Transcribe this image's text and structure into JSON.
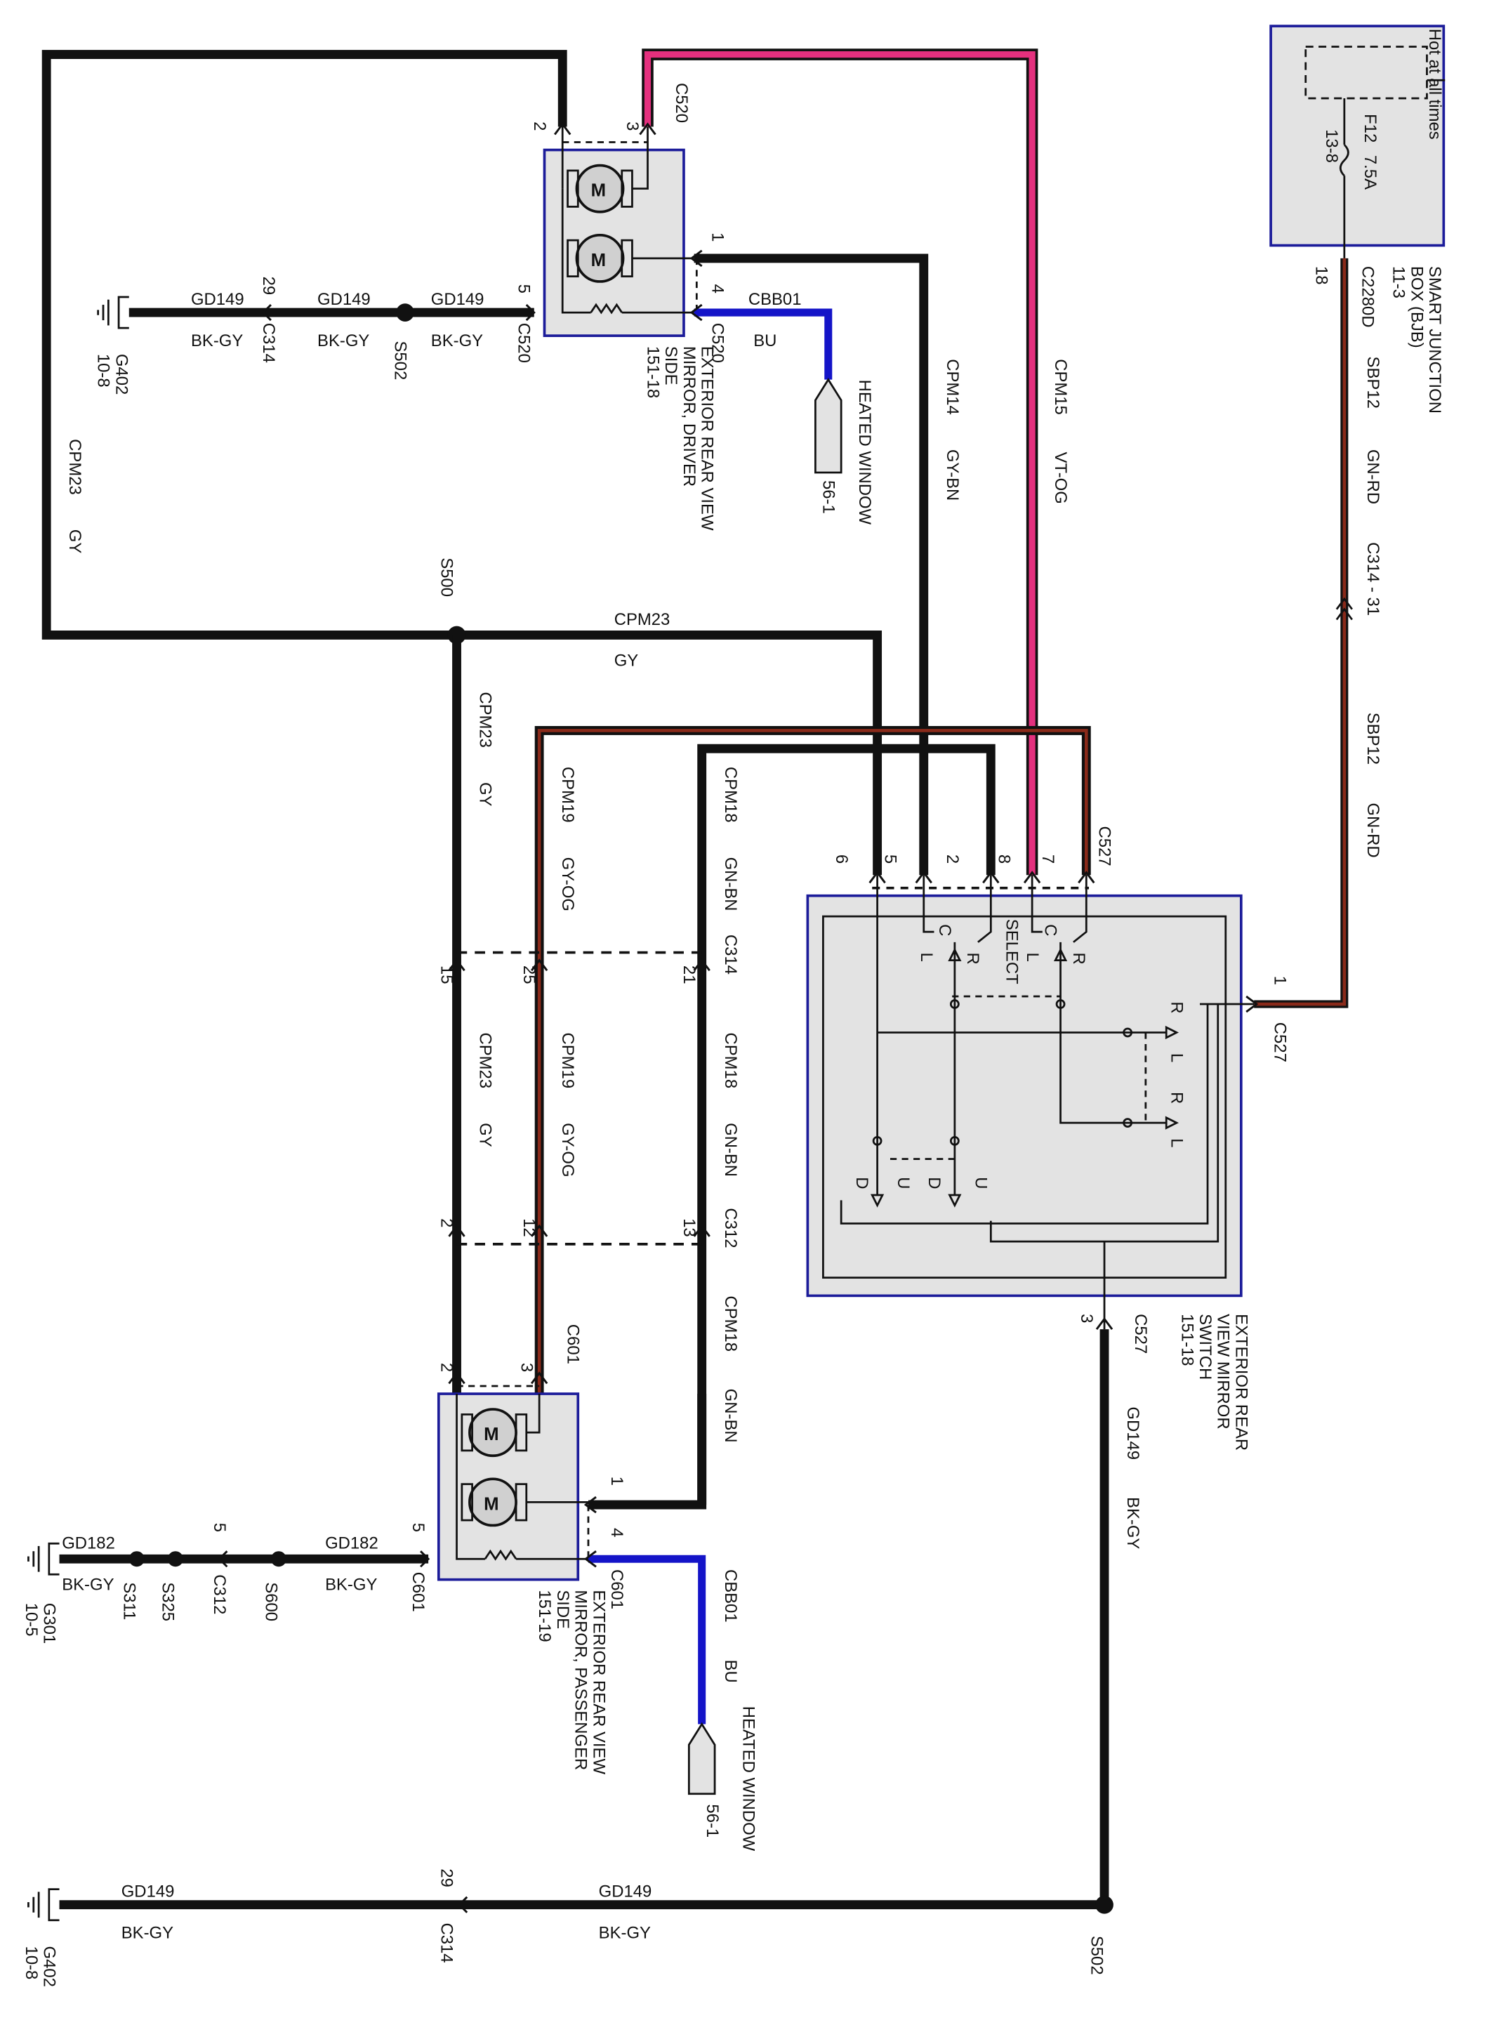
{
  "colors": {
    "wire": "#111111",
    "pink": "#e4307e",
    "blue": "#1414c8",
    "redbrown": "#8a2a1a",
    "module_fill": "#e3e3e3",
    "module_border": "#1c1c9a"
  },
  "fuse_box": {
    "title_lines": [
      "SMART JUNCTION",
      "BOX (BJB)",
      "11-3"
    ],
    "hot_label": "Hot at all times",
    "fuse": "F12",
    "rating": "7.5A",
    "ref": "13-8",
    "pin": "18",
    "connector": "C2280D"
  },
  "wires": {
    "sbp12_upper": [
      "SBP12",
      "GN-RD"
    ],
    "c314_31": "C314 - 31",
    "sbp12_lower": [
      "SBP12",
      "GN-RD"
    ],
    "cpm15": [
      "CPM15",
      "VT-OG"
    ],
    "cpm14": [
      "CPM14",
      "GY-BN"
    ],
    "cpm23_left": [
      "CPM23",
      "GY"
    ],
    "cpm23_mid": [
      "CPM23",
      "GY"
    ],
    "cpm23_v1": [
      "CPM23",
      "GY"
    ],
    "cpm23_v2": [
      "CPM23",
      "GY"
    ],
    "cpm19_v1": [
      "CPM19",
      "GY-OG"
    ],
    "cpm19_v2": [
      "CPM19",
      "GY-OG"
    ],
    "cpm18_v1": [
      "CPM18",
      "GN-BN"
    ],
    "cpm18_v2": [
      "CPM18",
      "GN-BN"
    ],
    "cpm18_v3": [
      "CPM18",
      "GN-BN"
    ],
    "cbb01_top": [
      "CBB01",
      "BU"
    ],
    "cbb01_bot": [
      "CBB01",
      "BU"
    ],
    "gd149_switch": [
      "GD149",
      "BK-GY"
    ],
    "gd149_top_a": [
      "GD149",
      "BK-GY"
    ],
    "gd149_top_b": [
      "GD149",
      "BK-GY"
    ],
    "gd149_top_c": [
      "GD149",
      "BK-GY"
    ],
    "gd182_a": [
      "GD182",
      "BK-GY"
    ],
    "gd182_b": [
      "GD182",
      "BK-GY"
    ],
    "gd149_bot_a": [
      "GD149",
      "BK-GY"
    ],
    "gd149_bot_b": [
      "GD149",
      "BK-GY"
    ]
  },
  "driver_mirror": {
    "name_lines": [
      "EXTERIOR REAR VIEW",
      "MIRROR, DRIVER",
      "SIDE",
      "151-18"
    ],
    "motor_label": "M",
    "pins": [
      "2",
      "3",
      "1",
      "4",
      "5"
    ],
    "conn_top": "C520",
    "conn_side": "C520",
    "conn_left": "C520"
  },
  "passenger_mirror": {
    "name_lines": [
      "EXTERIOR REAR VIEW",
      "MIRROR, PASSENGER",
      "SIDE",
      "151-19"
    ],
    "motor_label": "M",
    "pins": [
      "2",
      "3",
      "1",
      "4",
      "5"
    ],
    "conn_top": "C601",
    "conn_side": "C601",
    "conn_left": "C601"
  },
  "switch": {
    "name_lines": [
      "EXTERIOR REAR",
      "VIEW MIRROR",
      "SWITCH",
      "151-18"
    ],
    "pins_top": [
      "6",
      "5",
      "2",
      "8",
      "7"
    ],
    "conn_top": "C527",
    "pin_right": "1",
    "conn_right": "C527",
    "pin_bottom": "3",
    "conn_bottom": "C527",
    "top_labels": [
      "C",
      "L",
      "SELECT",
      "R",
      "C",
      "L",
      "R"
    ],
    "side_labels": [
      "R",
      "L",
      "R",
      "L"
    ],
    "bottom_labels": [
      "D",
      "U",
      "D",
      "U"
    ]
  },
  "heated_top": {
    "label": "HEATED WINDOW",
    "ref": "56-1"
  },
  "heated_bot": {
    "label": "HEATED WINDOW",
    "ref": "56-1"
  },
  "connectors": {
    "c314_top": "C314",
    "c314_mid": "C314",
    "c312": "C312",
    "c314_bot": "C314",
    "c312_left": "C312"
  },
  "pins": {
    "c314_mid": [
      "15",
      "25",
      "21"
    ],
    "c312": [
      "2",
      "12",
      "13"
    ],
    "gd149_top": "29",
    "gd182": "5",
    "gd149_bot": "29"
  },
  "splices": {
    "s500": "S500",
    "s502_top": "S502",
    "s502_bot": "S502",
    "s311": "S311",
    "s325": "S325",
    "s600": "S600"
  },
  "grounds": {
    "g402_top": [
      "G402",
      "10-8"
    ],
    "g301": [
      "G301",
      "10-5"
    ],
    "g402_bot": [
      "G402",
      "10-8"
    ]
  }
}
